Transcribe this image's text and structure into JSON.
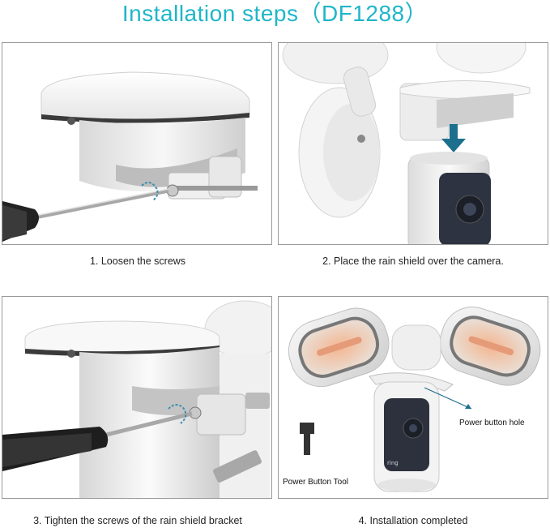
{
  "title": "Installation steps（DF1288）",
  "steps": [
    {
      "caption": "1. Loosen the screws"
    },
    {
      "caption": "2. Place the rain shield over the camera."
    },
    {
      "caption": "3. Tighten the screws of the rain shield bracket"
    },
    {
      "caption": "4. Installation completed"
    }
  ],
  "callouts": {
    "power_button_hole": "Power button hole",
    "power_button_tool": "Power Button Tool",
    "camera_brand": "ring"
  },
  "colors": {
    "title": "#1fb6c9",
    "arrow": "#1d6f8e",
    "border": "#9a9a9a"
  }
}
